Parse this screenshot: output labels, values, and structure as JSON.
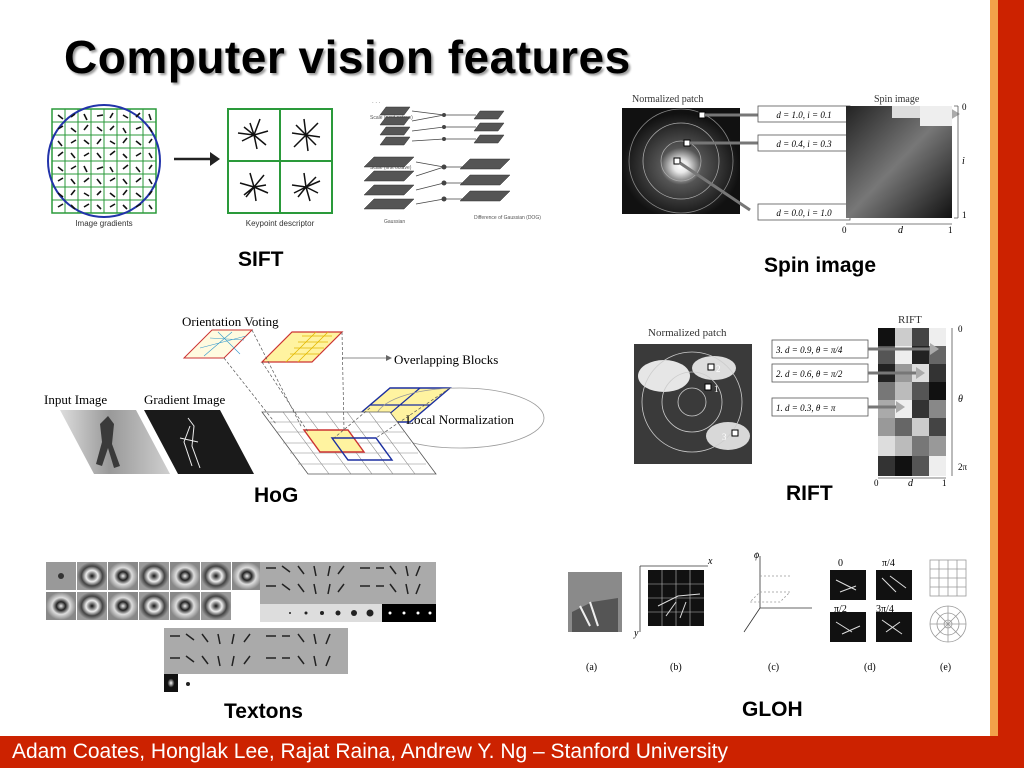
{
  "slide": {
    "title": "Computer vision features",
    "footer": "Adam Coates, Honglak Lee, Rajat Raina, Andrew Y. Ng – Stanford University",
    "accent_red": "#cc2200",
    "accent_orange": "#f2a14a"
  },
  "figures": {
    "sift": {
      "label": "SIFT",
      "image_gradients": "Image gradients",
      "keypoint_descriptor": "Keypoint descriptor",
      "scale_next_octave": "Scale (next octave)",
      "scale_first_octave": "Scale (first octave)",
      "gaussian": "Gaussian",
      "dog": "Difference of Gaussian (DOG)"
    },
    "spin": {
      "label": "Spin image",
      "normalized_patch": "Normalized patch",
      "spin_image": "Spin image",
      "b1": "d = 1.0, i = 0.1",
      "b2": "d = 0.4, i = 0.3",
      "b3": "d = 0.0, i = 1.0",
      "ax0": "0",
      "ax1": "1",
      "axi": "i",
      "axd": "d",
      "bx0": "0",
      "bx1": "1"
    },
    "hog": {
      "label": "HoG",
      "orientation_voting": "Orientation Voting",
      "overlapping_blocks": "Overlapping Blocks",
      "input_image": "Input Image",
      "gradient_image": "Gradient Image",
      "local_normalization": "Local Normalization"
    },
    "rift": {
      "label": "RIFT",
      "normalized_patch": "Normalized patch",
      "rift": "RIFT",
      "b1": "3.  d = 0.9,  θ = π/4",
      "b2": "2.  d = 0.6,  θ = π/2",
      "b3": "1.  d = 0.3,  θ = π",
      "ax0": "0",
      "axtheta": "θ",
      "ax2pi": "2π",
      "bx0": "0",
      "bxd": "d",
      "bx1": "1",
      "p1": "1",
      "p2": "2",
      "p3": "3"
    },
    "textons": {
      "label": "Textons"
    },
    "gloh": {
      "label": "GLOH",
      "a": "(a)",
      "b": "(b)",
      "c": "(c)",
      "d": "(d)",
      "e": "(e)",
      "x": "x",
      "y": "y",
      "phi": "ϕ",
      "z0": "0",
      "zpi4": "π/4",
      "zpi2": "π/2",
      "z3pi4": "3π/4"
    }
  }
}
